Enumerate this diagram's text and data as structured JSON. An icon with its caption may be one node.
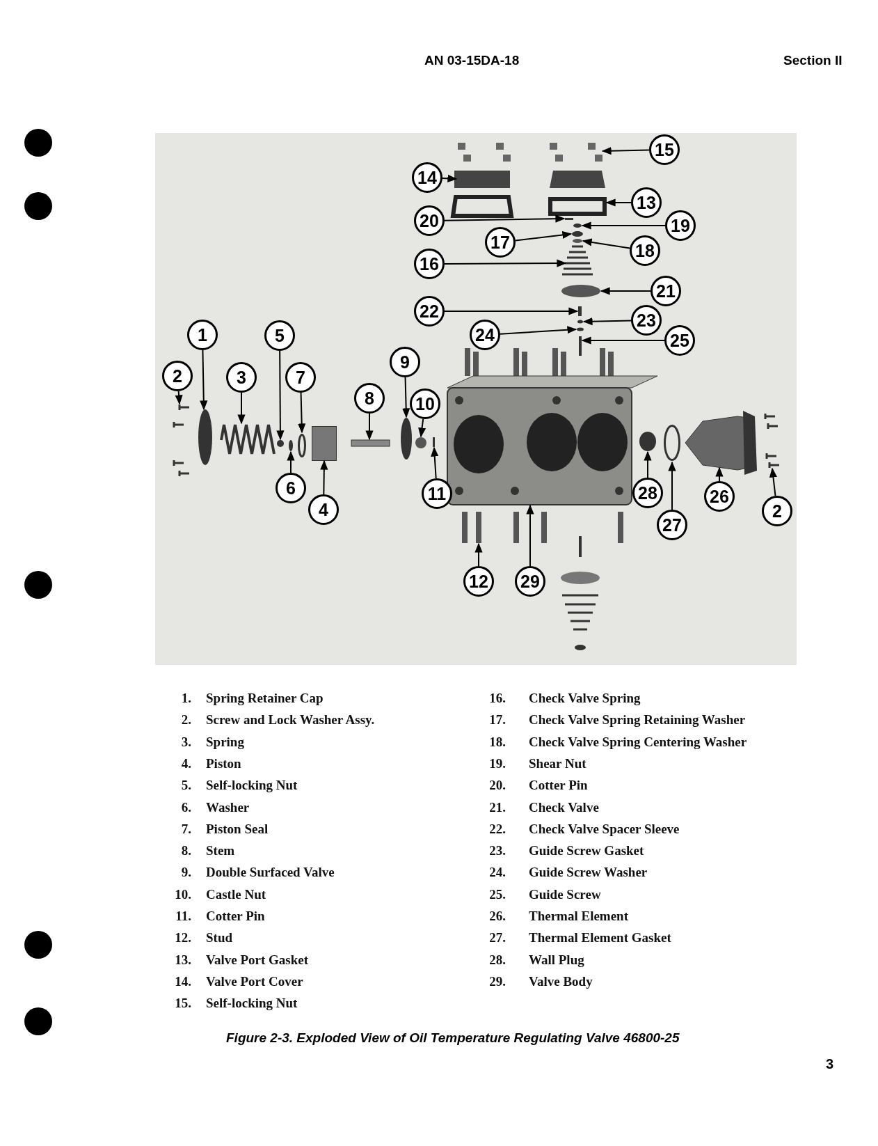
{
  "diagram": {
    "caption": "Figure 2-3. Exploded View of Oil Temperature Regulating Valve 46800-25",
    "nodes": [
      {
        "text": [
          "15"
        ]
      },
      {
        "text": [
          "14"
        ]
      },
      {
        "text": [
          "13"
        ]
      },
      {
        "text": [
          "20"
        ]
      },
      {
        "text": [
          "19"
        ]
      },
      {
        "text": [
          "17"
        ]
      },
      {
        "text": [
          "18"
        ]
      },
      {
        "text": [
          "16"
        ]
      },
      {
        "text": [
          "21"
        ]
      },
      {
        "text": [
          "22"
        ]
      },
      {
        "text": [
          "23"
        ]
      },
      {
        "text": [
          "24"
        ]
      },
      {
        "text": [
          "25"
        ]
      },
      {
        "text": [
          "1"
        ]
      },
      {
        "text": [
          "5"
        ]
      },
      {
        "text": [
          "2"
        ]
      },
      {
        "text": [
          "3"
        ]
      },
      {
        "text": [
          "7"
        ]
      },
      {
        "text": [
          "8"
        ]
      },
      {
        "text": [
          "9"
        ]
      },
      {
        "text": [
          "10"
        ]
      },
      {
        "text": [
          "6"
        ]
      },
      {
        "text": [
          "4"
        ]
      },
      {
        "text": [
          "11"
        ]
      },
      {
        "text": [
          "28"
        ]
      },
      {
        "text": [
          "26"
        ]
      },
      {
        "text": [
          "2"
        ]
      },
      {
        "text": [
          "27"
        ]
      },
      {
        "text": [
          "12"
        ]
      },
      {
        "text": [
          "29"
        ]
      },
      {
        "text": [],
        "shape": "picture"
      },
      {
        "text": [],
        "shape": "box"
      },
      {
        "text": [],
        "shape": "box"
      },
      {
        "text": [],
        "shape": "bar"
      },
      {
        "text": [],
        "shape": "circle"
      },
      {
        "text": [],
        "shape": "circle"
      },
      {
        "text": [],
        "shape": "circle"
      },
      {
        "text": [],
        "shape": "picture"
      },
      {
        "text": [],
        "shape": "circle"
      },
      {
        "text": [],
        "shape": "bar"
      },
      {
        "text": [],
        "shape": "circle"
      },
      {
        "text": [],
        "shape": "circle"
      },
      {
        "text": [],
        "shape": "bar"
      },
      {
        "text": [],
        "shape": "circle"
      },
      {
        "text": [],
        "shape": "circle"
      },
      {
        "text": [],
        "shape": "picture"
      },
      {
        "text": [],
        "shape": "picture"
      },
      {
        "text": [],
        "shape": "circle"
      },
      {
        "text": [],
        "shape": "bar"
      },
      {
        "text": [],
        "shape": "circle"
      },
      {
        "text": [],
        "shape": "circle"
      },
      {
        "text": [],
        "shape": "circle"
      },
      {
        "text": [],
        "shape": "box"
      },
      {
        "text": [],
        "shape": "bar"
      },
      {
        "text": [],
        "shape": "circle"
      },
      {
        "text": [],
        "shape": "picture"
      },
      {
        "text": [],
        "shape": "picture"
      },
      {
        "text": [],
        "shape": "circle"
      },
      {
        "text": [],
        "shape": "bar"
      },
      {
        "text": [],
        "shape": "picture"
      }
    ],
    "edges": [
      {
        "from": 0,
        "to": 30,
        "arrow": "to"
      },
      {
        "from": 1,
        "to": 31,
        "arrow": "to"
      },
      {
        "from": 2,
        "to": 32,
        "arrow": "to"
      },
      {
        "from": 3,
        "to": 33,
        "arrow": "to"
      },
      {
        "from": 4,
        "to": 34,
        "arrow": "to"
      },
      {
        "from": 5,
        "to": 35,
        "arrow": "to"
      },
      {
        "from": 6,
        "to": 36,
        "arrow": "to"
      },
      {
        "from": 7,
        "to": 37,
        "arrow": "to"
      },
      {
        "from": 8,
        "to": 38,
        "arrow": "to"
      },
      {
        "from": 9,
        "to": 39,
        "arrow": "to"
      },
      {
        "from": 10,
        "to": 40,
        "arrow": "to"
      },
      {
        "from": 11,
        "to": 41,
        "arrow": "to"
      },
      {
        "from": 12,
        "to": 42,
        "arrow": "to"
      },
      {
        "from": 13,
        "to": 43,
        "arrow": "to"
      },
      {
        "from": 14,
        "to": 44,
        "arrow": "to"
      },
      {
        "from": 15,
        "to": 45,
        "arrow": "to"
      },
      {
        "from": 16,
        "to": 46,
        "arrow": "to"
      },
      {
        "from": 17,
        "to": 47,
        "arrow": "to"
      },
      {
        "from": 18,
        "to": 48,
        "arrow": "to"
      },
      {
        "from": 19,
        "to": 49,
        "arrow": "to"
      },
      {
        "from": 20,
        "to": 50,
        "arrow": "to"
      },
      {
        "from": 21,
        "to": 51,
        "arrow": "to"
      },
      {
        "from": 22,
        "to": 52,
        "arrow": "to"
      },
      {
        "from": 23,
        "to": 53,
        "arrow": "to"
      },
      {
        "from": 24,
        "to": 54,
        "arrow": "to"
      },
      {
        "from": 25,
        "to": 55,
        "arrow": "to"
      },
      {
        "from": 26,
        "to": 56,
        "arrow": "to"
      },
      {
        "from": 27,
        "to": 57,
        "arrow": "to"
      },
      {
        "from": 28,
        "to": 58,
        "arrow": "to"
      },
      {
        "from": 29,
        "to": 59,
        "arrow": "to"
      }
    ],
    "labels": [
      "AN 03-15DA-18",
      "Section II",
      "1.",
      "Spring Retainer Cap",
      "16.",
      "Check Valve Spring",
      "2.",
      "Screw and Lock Washer Assy.",
      "17.",
      "Check Valve Spring Retaining Washer",
      "3.",
      "Spring",
      "18.",
      "Check Valve Spring Centering Washer",
      "4.",
      "Piston",
      "19.",
      "Shear Nut",
      "5.",
      "Self-locking Nut",
      "20.",
      "Cotter Pin",
      "6.",
      "Washer",
      "21.",
      "Check Valve",
      "7.",
      "Piston Seal",
      "22.",
      "Check Valve Spacer Sleeve",
      "8.",
      "Stem",
      "23.",
      "Guide Screw Gasket",
      "9.",
      "Double Surfaced Valve",
      "24.",
      "Guide Screw Washer",
      "10.",
      "Castle Nut",
      "25.",
      "Guide Screw",
      "11.",
      "Cotter Pin",
      "26.",
      "Thermal Element",
      "12.",
      "Stud",
      "27.",
      "Thermal Element Gasket",
      "13.",
      "Valve Port Gasket",
      "28.",
      "Wall Plug",
      "14.",
      "Valve Port Cover",
      "29.",
      "Valve Body",
      "15.",
      "Self-locking Nut",
      "3"
    ]
  }
}
